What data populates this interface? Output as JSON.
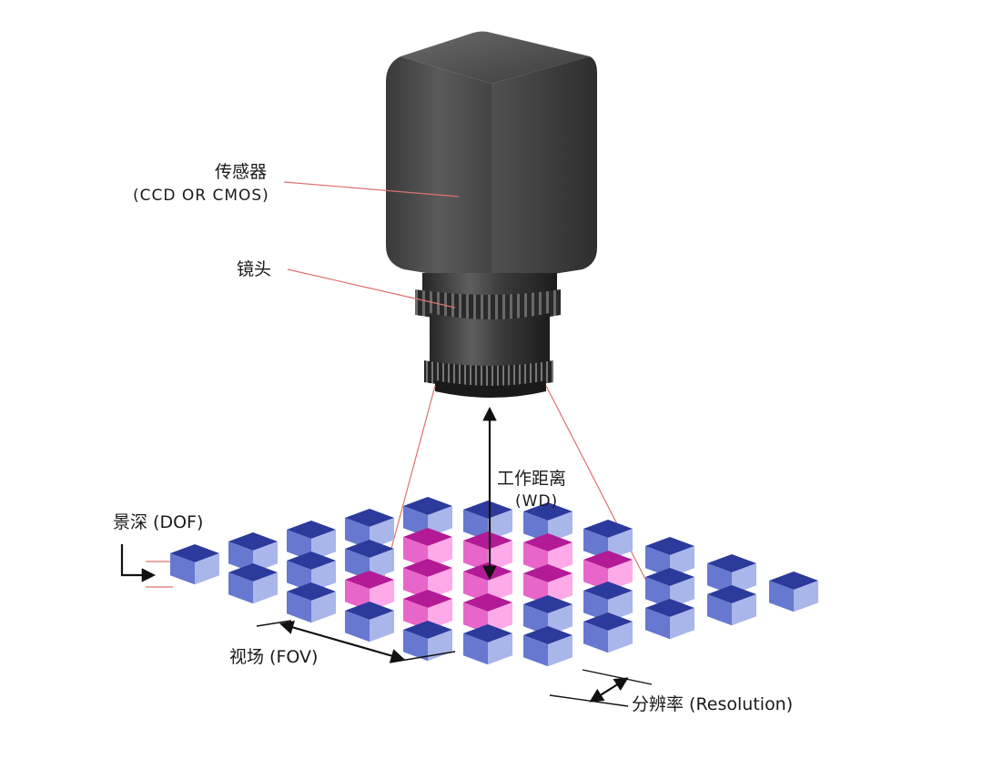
{
  "labels": {
    "sensor": "传感器",
    "sensor_type": "(CCD OR CMOS)",
    "lens": "镜头",
    "working_distance": "工作距离",
    "working_distance_abbr": "(WD)",
    "depth_of_field": "景深 (DOF)",
    "field_of_view": "视场 (FOV)",
    "resolution": "分辨率 (Resolution)"
  },
  "grid": {
    "columns": 11,
    "column_stacks": [
      1,
      2,
      3,
      4,
      5,
      5,
      5,
      4,
      3,
      2,
      1
    ],
    "highlight_rows": [
      [],
      [],
      [],
      [
        2
      ],
      [
        1,
        2,
        3
      ],
      [
        1,
        2,
        3
      ],
      [
        1,
        2
      ],
      [
        1
      ],
      [],
      [],
      []
    ]
  },
  "colors": {
    "camera_body": "#4a4a4a",
    "cube_blue": "#5b6fd1",
    "cube_pink": "#e55fc8",
    "guide_line": "#e07070",
    "arrow": "#111111"
  }
}
